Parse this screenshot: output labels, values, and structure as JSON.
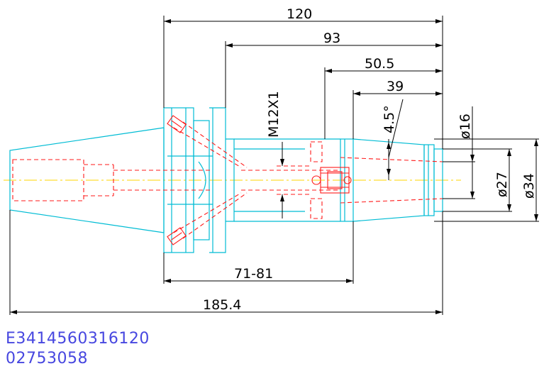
{
  "dimensions": {
    "d120": "120",
    "d93": "93",
    "d50_5": "50.5",
    "d39": "39",
    "thread": "M12X1",
    "angle": "4.5°",
    "dia16": "ø16",
    "dia27": "ø27",
    "dia34": "ø34",
    "range": "71-81",
    "total": "185.4"
  },
  "codes": {
    "line1": "E3414560316120",
    "line2": "02753058"
  },
  "colors": {
    "outline": "#00bcd4",
    "hidden": "#ff1a1a",
    "centerline": "#ffd400",
    "dimension": "#000000",
    "code_text": "#4747e0"
  }
}
